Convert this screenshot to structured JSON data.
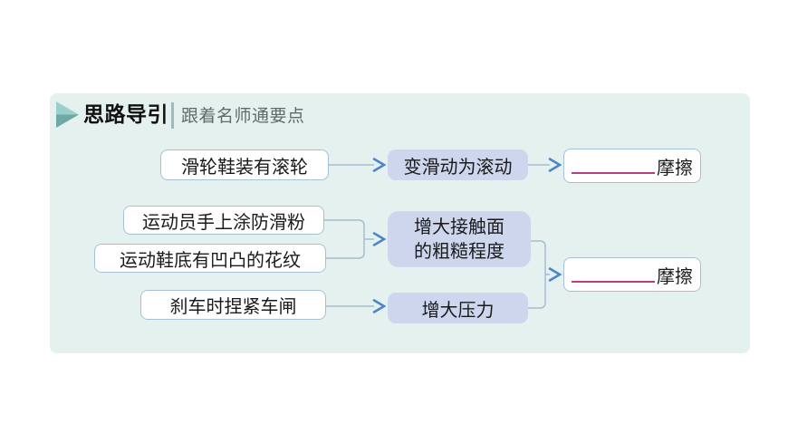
{
  "header": {
    "title": "思路导引",
    "subtitle": "跟着名师通要点"
  },
  "flow": {
    "causes": [
      {
        "label": "滑轮鞋装有滚轮"
      },
      {
        "label": "运动员手上涂防滑粉"
      },
      {
        "label": "运动鞋底有凹凸的花纹"
      },
      {
        "label": "刹车时捏紧车闸"
      }
    ],
    "methods": [
      {
        "label": "变滑动为滚动"
      },
      {
        "line1": "增大接触面",
        "line2": "的粗糙程度"
      },
      {
        "label": "增大压力"
      }
    ],
    "results": [
      {
        "suffix": "摩擦"
      },
      {
        "suffix": "摩擦"
      }
    ]
  },
  "colors": {
    "panel_bg": "#e5f1ef",
    "accent_teal": "#85bfbc",
    "node_fill_lavender": "#cdd6ec",
    "node_border": "#a6c0d8",
    "connector_line": "#a3bcd4",
    "arrow_blue": "#4d86c6",
    "blank_underline": "#b93e80",
    "subtitle_gray": "#5d6b6b"
  }
}
